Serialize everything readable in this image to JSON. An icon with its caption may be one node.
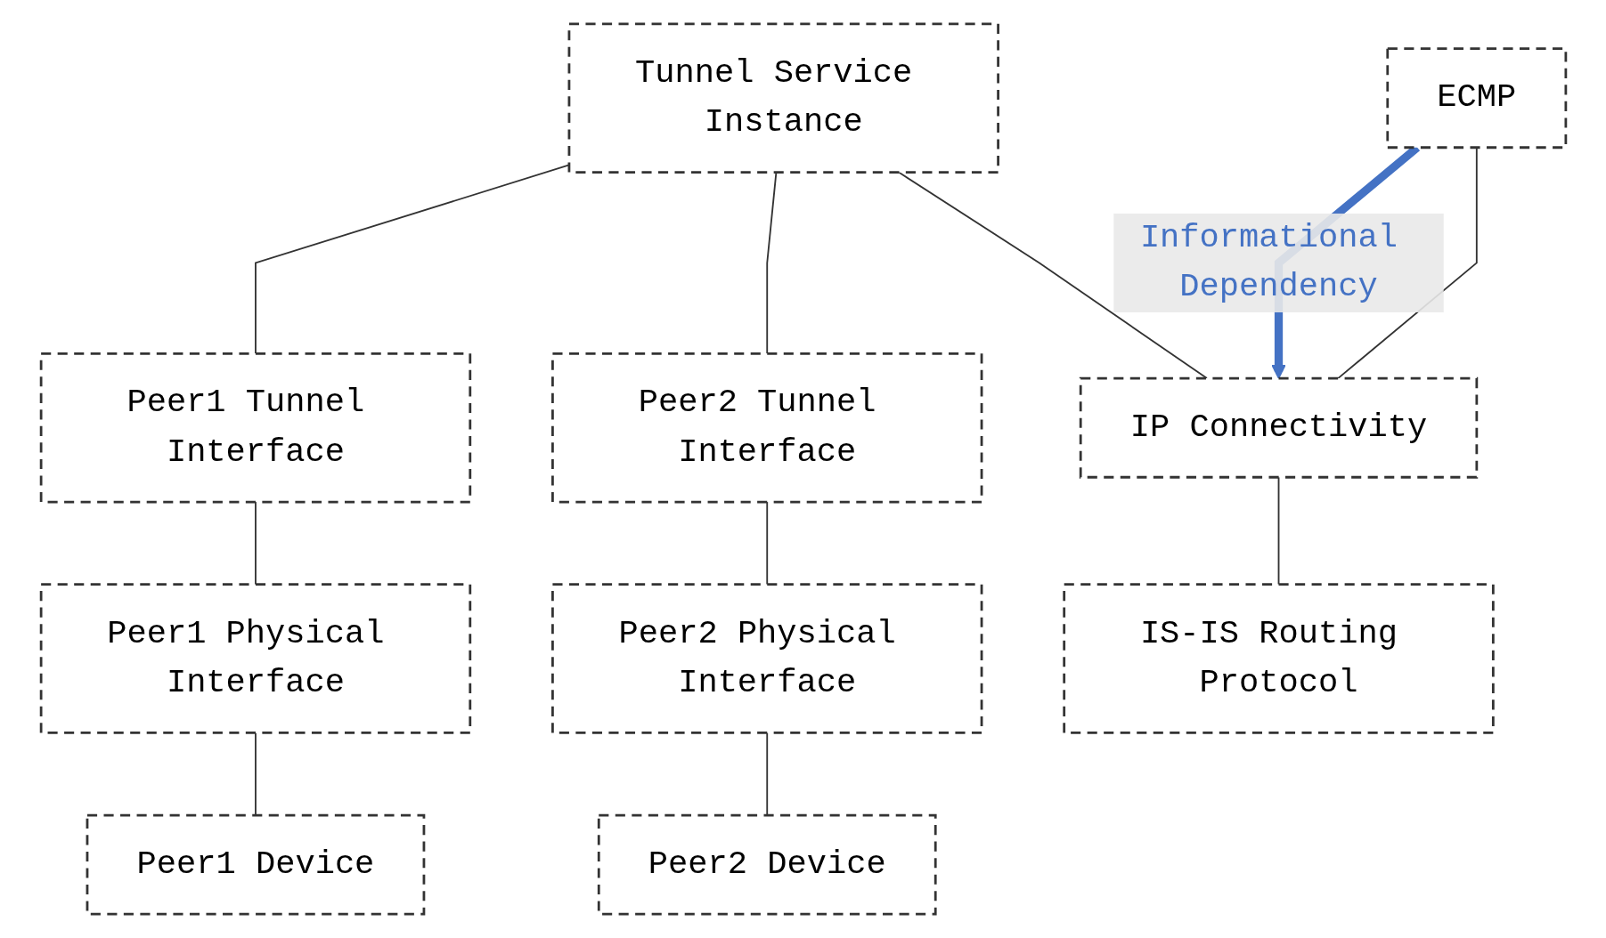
{
  "diagram": {
    "nodes": [
      {
        "text": [
          "Tunnel Service Instance"
        ]
      },
      {
        "text": [
          "Peer1 Tunnel Interface"
        ]
      },
      {
        "text": [
          "Peer2 Tunnel Interface"
        ]
      },
      {
        "text": [
          "IP Connectivity"
        ]
      },
      {
        "text": [
          "Peer1 Physical Interface"
        ]
      },
      {
        "text": [
          "Peer2 Physical Interface"
        ]
      },
      {
        "text": [
          "IS-IS Routing Protocol"
        ]
      },
      {
        "text": [
          "ECMP"
        ]
      },
      {
        "text": [
          "Peer1 Device"
        ]
      },
      {
        "text": [
          "Peer2 Device"
        ]
      }
    ],
    "edges": [
      {
        "from": 0,
        "to": 1,
        "arrow": "none"
      },
      {
        "from": 0,
        "to": 2,
        "arrow": "none"
      },
      {
        "from": 0,
        "to": 3,
        "arrow": "none"
      },
      {
        "from": 1,
        "to": 4,
        "arrow": "none"
      },
      {
        "from": 2,
        "to": 5,
        "arrow": "none"
      },
      {
        "from": 3,
        "to": 6,
        "arrow": "none"
      },
      {
        "from": 4,
        "to": 8,
        "arrow": "none"
      },
      {
        "from": 5,
        "to": 9,
        "arrow": "none"
      },
      {
        "from": 7,
        "to": 3,
        "arrow": "to",
        "label": "Informational Dependency",
        "style": "thick",
        "color": "#4472c4"
      },
      {
        "from": 7,
        "to": 3,
        "arrow": "none"
      }
    ]
  }
}
